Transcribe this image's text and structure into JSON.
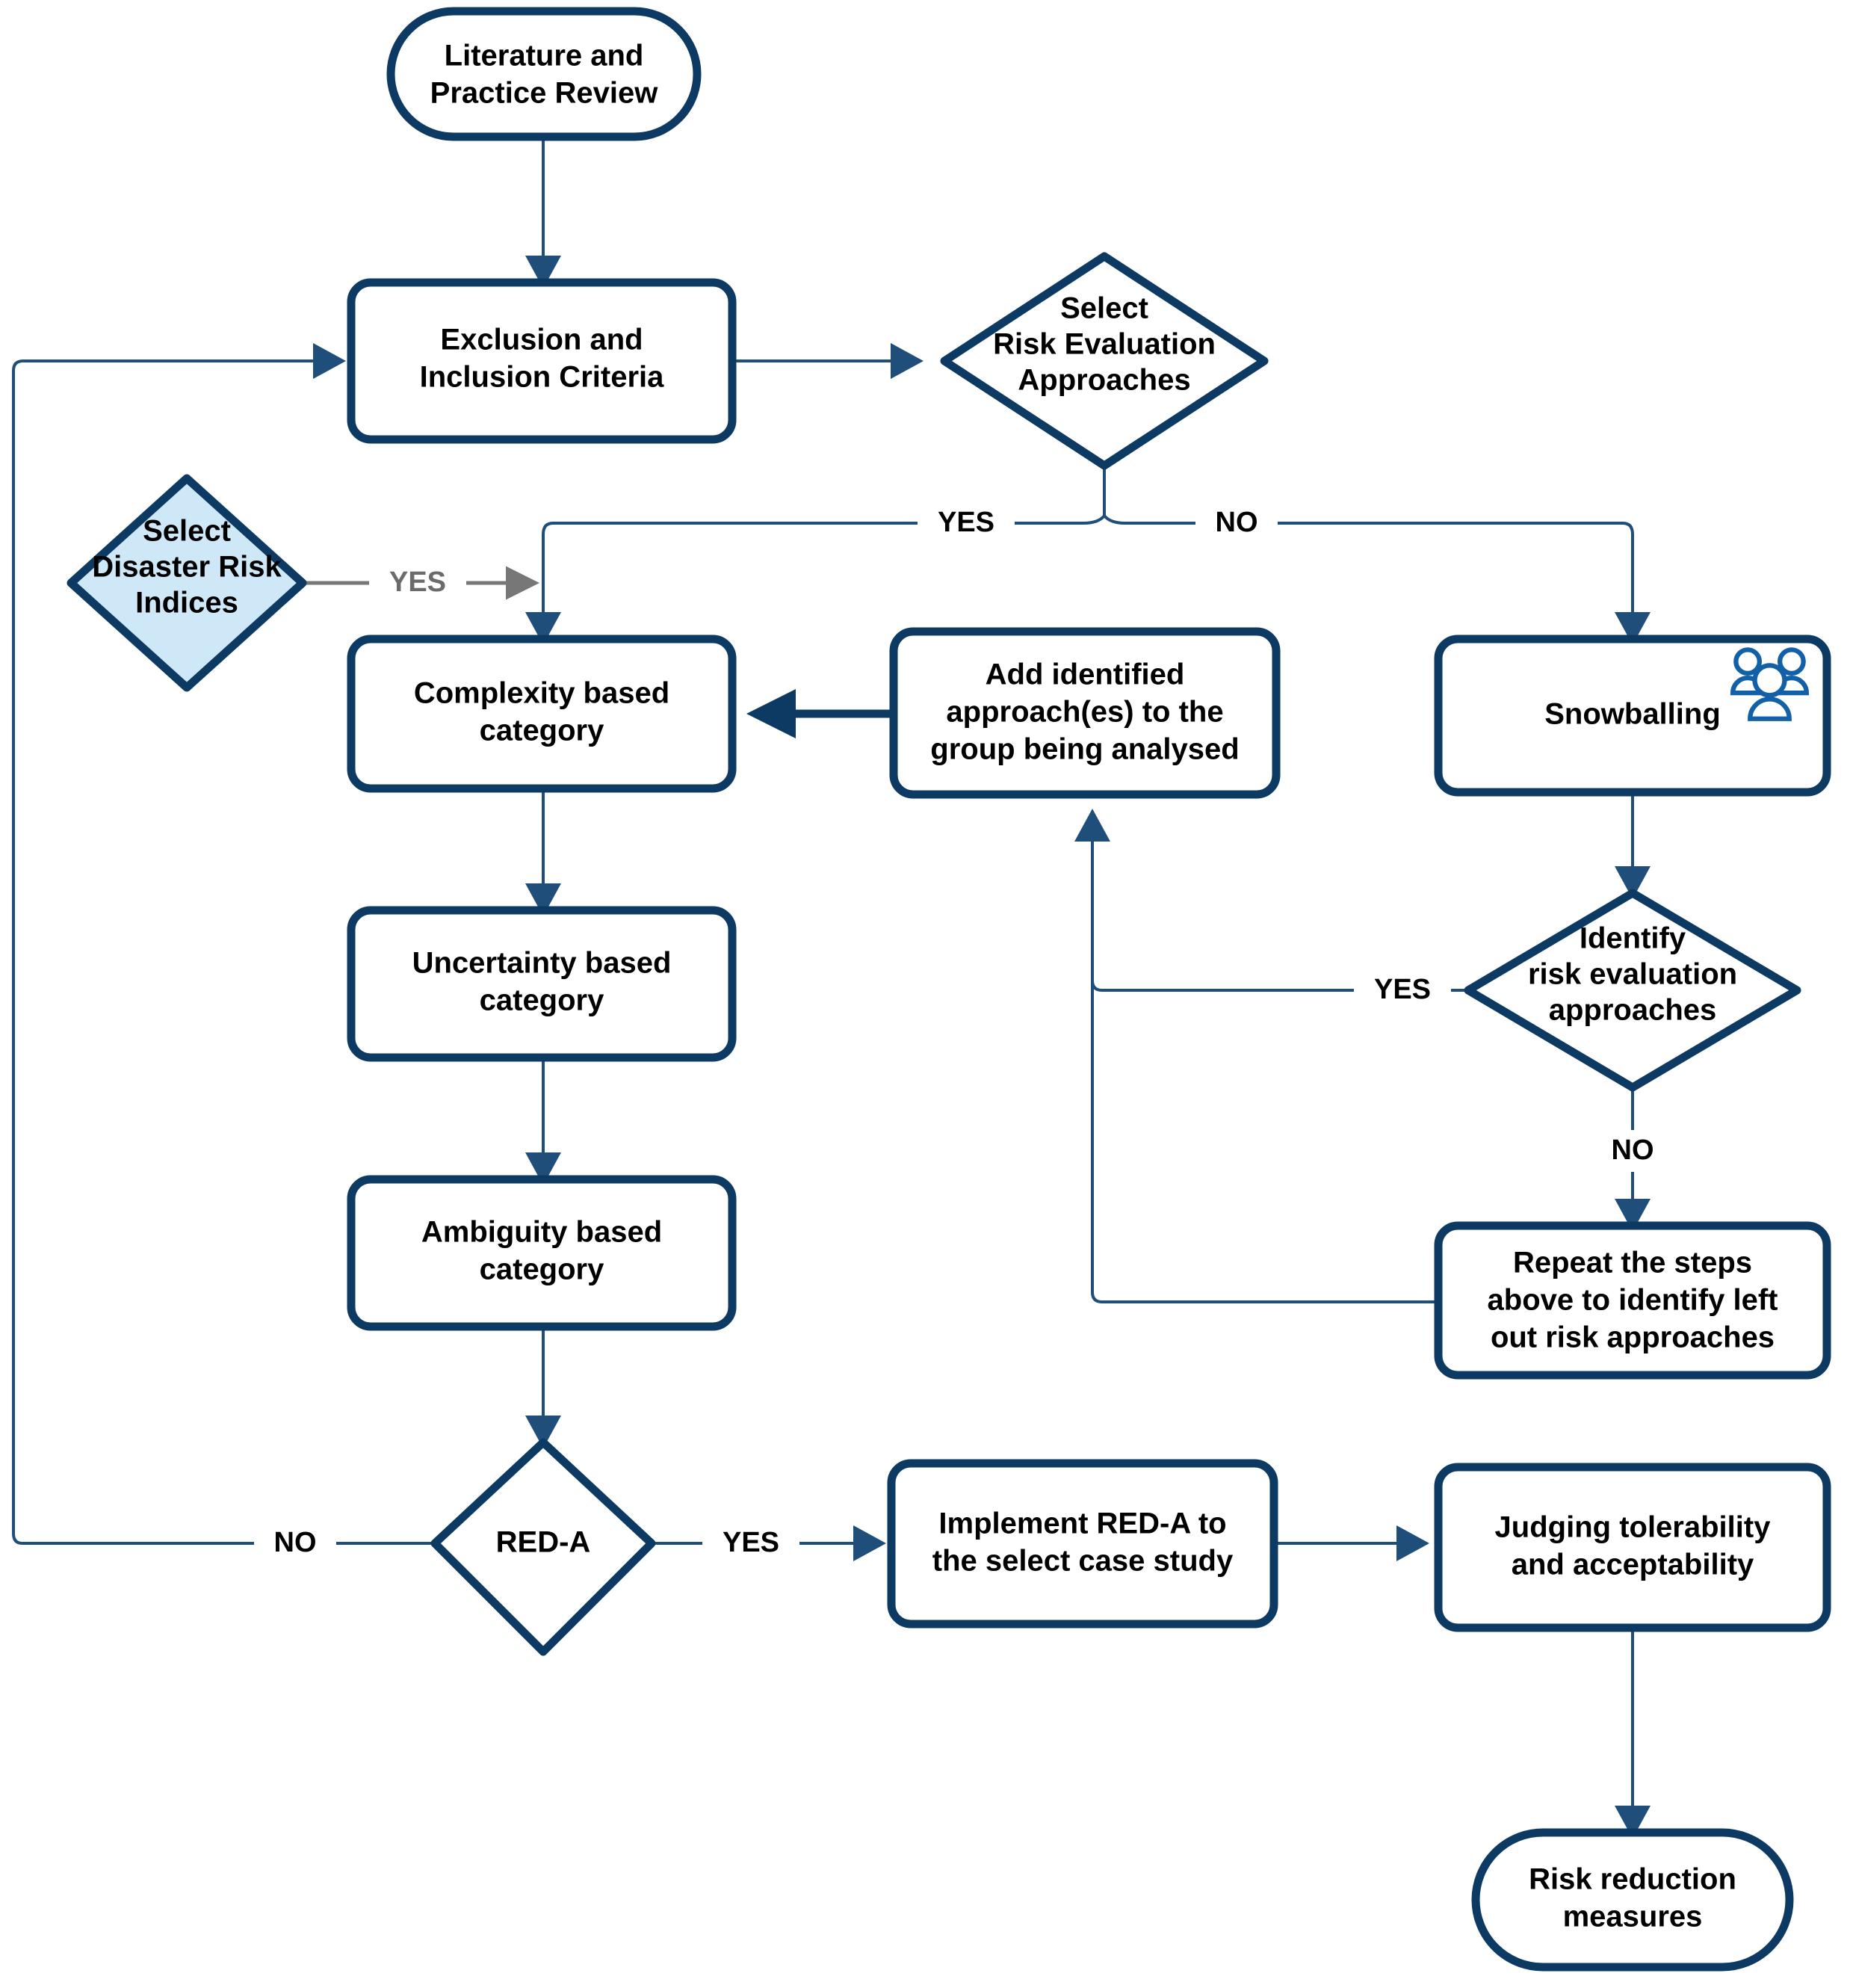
{
  "diagram": {
    "title": "RED-A risk evaluation methodology flowchart",
    "colors": {
      "node_border": "#0d3a63",
      "edge": "#1e4e79",
      "gray_edge": "#777777",
      "tinted_fill": "#cfe8f7",
      "icon": "#1160a8",
      "text": "#000000",
      "background": "#ffffff"
    }
  },
  "nodes": {
    "literature_review": {
      "label_line1": "Literature and",
      "label_line2": "Practice Review",
      "shape": "stadium"
    },
    "exclusion_inclusion": {
      "label_line1": "Exclusion and",
      "label_line2": "Inclusion Criteria",
      "shape": "rounded-rect"
    },
    "select_risk_evaluation": {
      "label_line1": "Select",
      "label_line2": "Risk Evaluation",
      "label_line3": "Approaches",
      "shape": "diamond"
    },
    "select_disaster_indices": {
      "label_line1": "Select",
      "label_line2": "Disaster Risk",
      "label_line3": "Indices",
      "shape": "diamond",
      "fill": "#cfe8f7"
    },
    "complexity_category": {
      "label_line1": "Complexity based",
      "label_line2": "category",
      "shape": "rounded-rect"
    },
    "uncertainty_category": {
      "label_line1": "Uncertainty based",
      "label_line2": "category",
      "shape": "rounded-rect"
    },
    "ambiguity_category": {
      "label_line1": "Ambiguity based",
      "label_line2": "category",
      "shape": "rounded-rect"
    },
    "add_identified_approach": {
      "label_line1": "Add identified",
      "label_line2": "approach(es) to the",
      "label_line3": "group being analysed",
      "shape": "rounded-rect"
    },
    "snowballing": {
      "label_line1": "Snowballing",
      "shape": "rounded-rect",
      "icon": "people-group-icon"
    },
    "identify_risk_approaches": {
      "label_line1": "Identify",
      "label_line2": "risk evaluation",
      "label_line3": "approaches",
      "shape": "diamond"
    },
    "repeat_steps": {
      "label_line1": "Repeat the steps",
      "label_line2": "above to identify left",
      "label_line3": "out risk approaches",
      "shape": "rounded-rect"
    },
    "red_a": {
      "label_line1": "RED-A",
      "shape": "diamond"
    },
    "implement_red_a": {
      "label_line1": "Implement RED-A to",
      "label_line2": "the select case study",
      "shape": "rounded-rect"
    },
    "judging_tolerability": {
      "label_line1": "Judging tolerability",
      "label_line2": "and acceptability",
      "shape": "rounded-rect"
    },
    "risk_reduction": {
      "label_line1": "Risk reduction",
      "label_line2": "measures",
      "shape": "stadium"
    }
  },
  "edge_labels": {
    "sre_yes": "YES",
    "sre_no": "NO",
    "sdri_yes": "YES",
    "identify_yes": "YES",
    "identify_no": "NO",
    "reda_no": "NO",
    "reda_yes": "YES"
  }
}
